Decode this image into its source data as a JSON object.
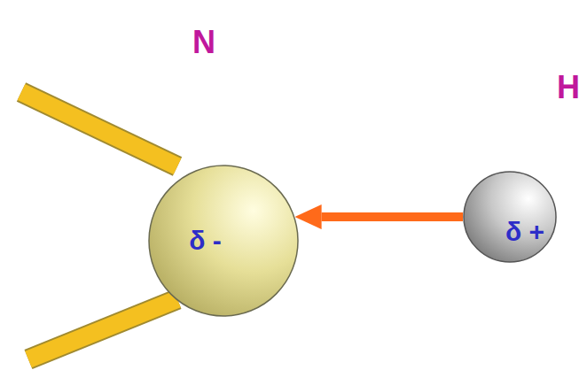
{
  "diagram": {
    "nodes": [
      {
        "text": [
          "N",
          "δ -"
        ]
      },
      {
        "text": [
          "H",
          "δ +"
        ]
      }
    ],
    "edges": [
      {
        "from": 1,
        "to": 0,
        "arrow": "to"
      }
    ]
  }
}
